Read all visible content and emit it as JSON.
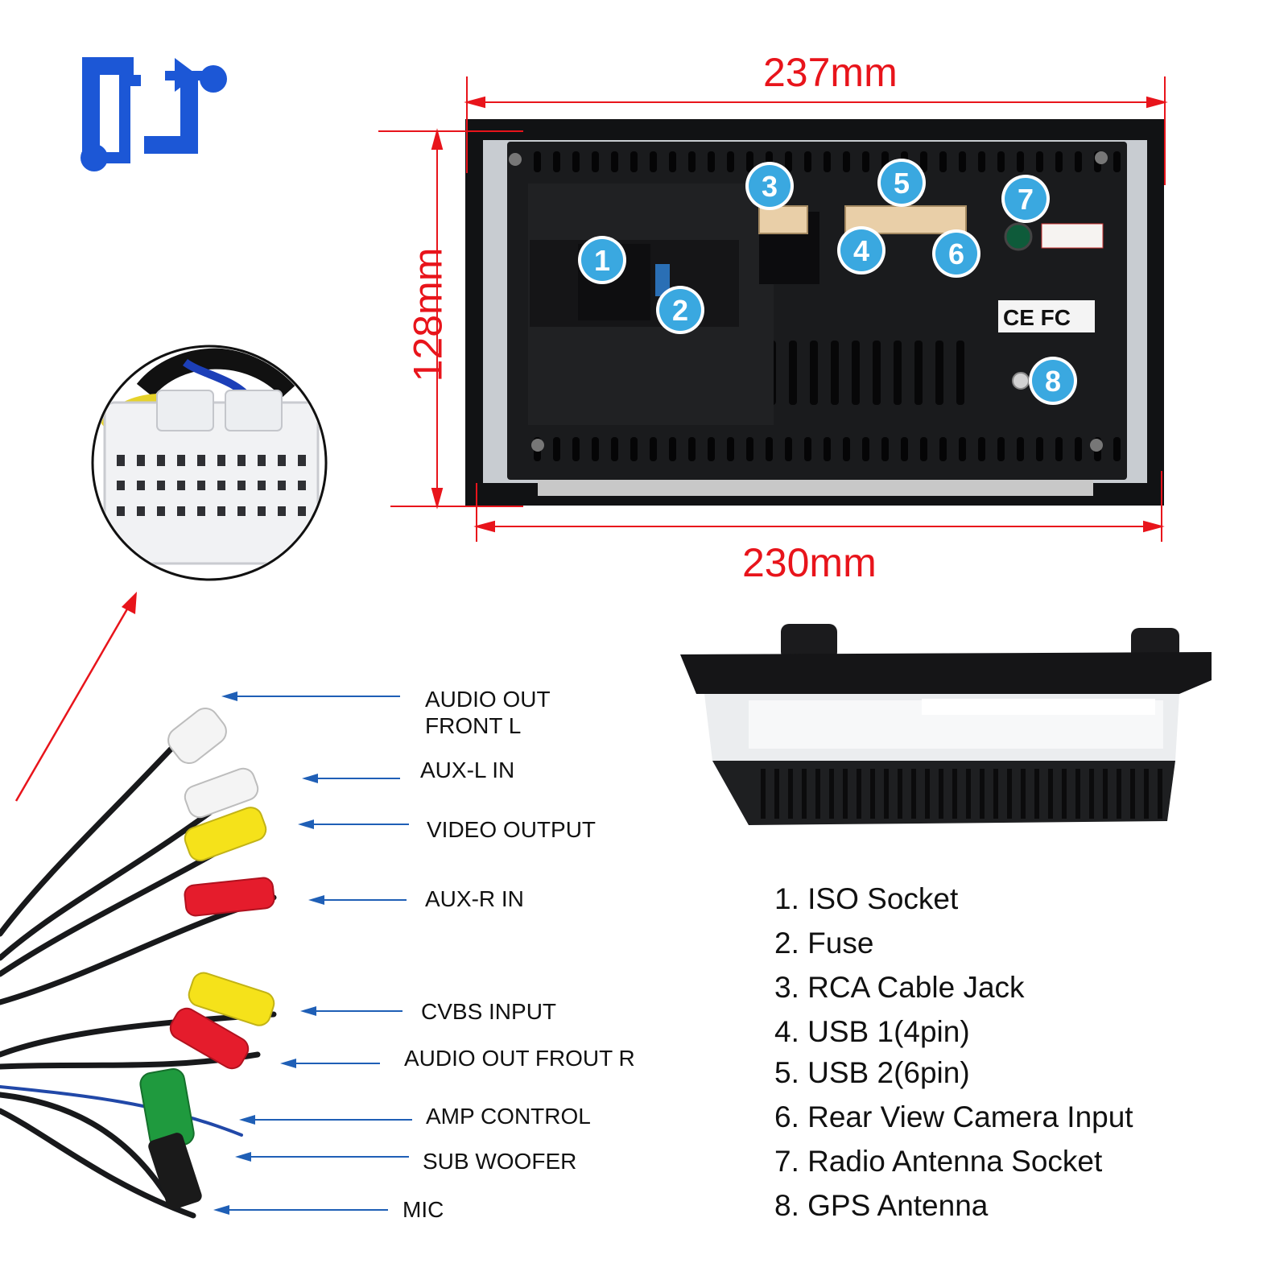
{
  "colors": {
    "dimension_red": "#e8141b",
    "pointer_blue": "#1f5fb6",
    "callout_blue": "#3aa8e0",
    "logo_blue": "#1c57d6"
  },
  "logo": {
    "icon": "bracket-share-logo-icon"
  },
  "dimensions": {
    "top_width": "237mm",
    "bottom_width": "230mm",
    "height": "128mm"
  },
  "callouts": [
    "1",
    "2",
    "3",
    "4",
    "5",
    "6",
    "7",
    "8"
  ],
  "cable_labels": [
    {
      "text": "AUDIO OUT\nFRONT L"
    },
    {
      "text": "AUX-L IN"
    },
    {
      "text": "VIDEO OUTPUT"
    },
    {
      "text": "AUX-R IN"
    },
    {
      "text": "CVBS INPUT"
    },
    {
      "text": "AUDIO OUT FROUT R"
    },
    {
      "text": "AMP CONTROL"
    },
    {
      "text": "SUB WOOFER"
    },
    {
      "text": "MIC"
    }
  ],
  "legend": [
    "1. ISO Socket",
    "2. Fuse",
    "3. RCA Cable Jack",
    "4. USB 1(4pin)",
    "5. USB 2(6pin)",
    "6. Rear View Camera Input",
    "7. Radio Antenna Socket",
    "8. GPS Antenna"
  ],
  "marks": {
    "certification": "CE FC"
  }
}
